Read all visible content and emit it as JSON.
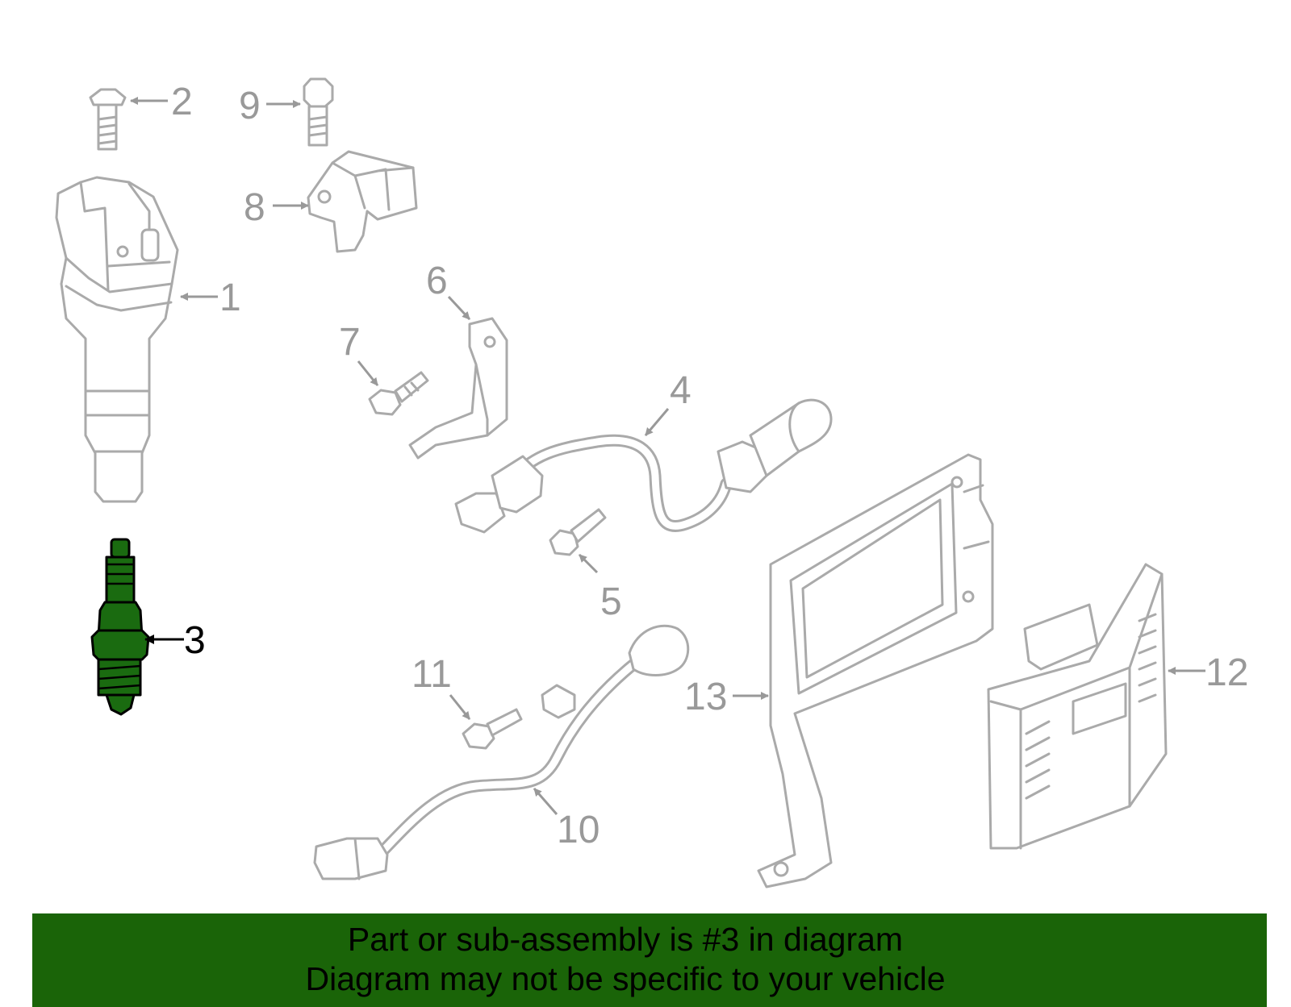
{
  "diagram": {
    "highlighted_part": "3",
    "highlight_color": "#1a6b10",
    "footer_color": "#1a6408",
    "callouts": [
      {
        "id": "c1",
        "label": "1"
      },
      {
        "id": "c2",
        "label": "2"
      },
      {
        "id": "c3",
        "label": "3"
      },
      {
        "id": "c4",
        "label": "4"
      },
      {
        "id": "c5",
        "label": "5"
      },
      {
        "id": "c6",
        "label": "6"
      },
      {
        "id": "c7",
        "label": "7"
      },
      {
        "id": "c8",
        "label": "8"
      },
      {
        "id": "c9",
        "label": "9"
      },
      {
        "id": "c10",
        "label": "10"
      },
      {
        "id": "c11",
        "label": "11"
      },
      {
        "id": "c12",
        "label": "12"
      },
      {
        "id": "c13",
        "label": "13"
      }
    ]
  },
  "footer": {
    "line1": "Part or sub-assembly is #3 in diagram",
    "line2": "Diagram may not be specific to your vehicle"
  }
}
